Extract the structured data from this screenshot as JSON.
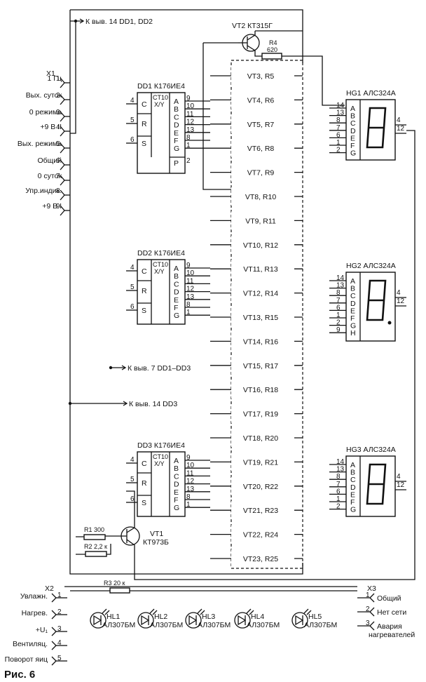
{
  "caption": "Рис. 6",
  "top_notes": {
    "note1": "К выв. 14 DD1, DD2",
    "note2": "К выв. 7 DD1–DD3",
    "note3": "К выв. 14 DD3"
  },
  "x1": {
    "name": "X1",
    "pins": [
      {
        "num": "1",
        "label": "1 Гц"
      },
      {
        "num": "2",
        "label": "Вых. суток"
      },
      {
        "num": "3",
        "label": "0 режима"
      },
      {
        "num": "4",
        "label": "+9 В II"
      },
      {
        "num": "5",
        "label": "Вых. режима"
      },
      {
        "num": "6",
        "label": "Общий"
      },
      {
        "num": "7",
        "label": "0 суток"
      },
      {
        "num": "8",
        "label": "Упр.индик."
      },
      {
        "num": "9",
        "label": "+9 В I"
      }
    ]
  },
  "chips": [
    {
      "name": "DD1 К176ИЕ4",
      "ct": "CT10",
      "xy": "X/Y",
      "in": [
        "C",
        "R",
        "S"
      ],
      "in_pins": [
        "4",
        "5",
        "6"
      ],
      "out": [
        "A",
        "B",
        "C",
        "D",
        "E",
        "F",
        "G"
      ],
      "out_pins": [
        "9",
        "10",
        "11",
        "12",
        "13",
        "8",
        "1"
      ],
      "extra": "P",
      "extra_pin": "2"
    },
    {
      "name": "DD2 К176ИЕ4",
      "ct": "CT10",
      "xy": "X/Y",
      "in": [
        "C",
        "R",
        "S"
      ],
      "in_pins": [
        "4",
        "5",
        "6"
      ],
      "out": [
        "A",
        "B",
        "C",
        "D",
        "E",
        "F",
        "G"
      ],
      "out_pins": [
        "9",
        "10",
        "11",
        "12",
        "13",
        "8",
        "1"
      ]
    },
    {
      "name": "DD3 К176ИЕ4",
      "ct": "CT10",
      "xy": "X/Y",
      "in": [
        "C",
        "R",
        "S"
      ],
      "in_pins": [
        "4",
        "5",
        "6"
      ],
      "out": [
        "A",
        "B",
        "C",
        "D",
        "E",
        "F",
        "G"
      ],
      "out_pins": [
        "9",
        "10",
        "11",
        "12",
        "13",
        "8",
        "1"
      ]
    }
  ],
  "transistor_array": [
    "VT3, R5",
    "VT4, R6",
    "VT5, R7",
    "VT6, R8",
    "VT7, R9",
    "VT8, R10",
    "VT9, R11",
    "VT10, R12",
    "VT11, R13",
    "VT12, R14",
    "VT13, R15",
    "VT14, R16",
    "VT15, R17",
    "VT16, R18",
    "VT17, R19",
    "VT18, R20",
    "VT19, R21",
    "VT20, R22",
    "VT21, R23",
    "VT22, R24",
    "VT23, R25"
  ],
  "vt2": {
    "name": "VT2 КТ315Г",
    "r4": "R4",
    "r4_val": "620"
  },
  "vt1": {
    "name": "VT1",
    "type": "КТ973Б"
  },
  "r1": "R1 300",
  "r2": "R2 2,2 к",
  "r3": "R3 20 к",
  "displays": [
    {
      "name": "HG1 АЛС324А",
      "segs": [
        "A",
        "B",
        "C",
        "D",
        "E",
        "F",
        "G"
      ],
      "pins": [
        "14",
        "13",
        "8",
        "7",
        "6",
        "1",
        "2"
      ],
      "common": [
        "4",
        "12"
      ]
    },
    {
      "name": "HG2 АЛС324А",
      "segs": [
        "A",
        "B",
        "C",
        "D",
        "E",
        "F",
        "G",
        "H"
      ],
      "pins": [
        "14",
        "13",
        "8",
        "7",
        "6",
        "1",
        "2",
        "9"
      ],
      "common": [
        "4",
        "12"
      ]
    },
    {
      "name": "HG3 АЛС324А",
      "segs": [
        "A",
        "B",
        "C",
        "D",
        "E",
        "F",
        "G"
      ],
      "pins": [
        "14",
        "13",
        "8",
        "7",
        "6",
        "1",
        "2"
      ],
      "common": [
        "4",
        "12"
      ]
    }
  ],
  "x2": {
    "name": "X2",
    "pins": [
      {
        "num": "1",
        "label": "Увлажн."
      },
      {
        "num": "2",
        "label": "Нагрев."
      },
      {
        "num": "3",
        "label": "+U₁"
      },
      {
        "num": "4",
        "label": "Вентиляц."
      },
      {
        "num": "5",
        "label": "Поворот яиц"
      }
    ]
  },
  "x3": {
    "name": "X3",
    "pins": [
      {
        "num": "1",
        "label": "Общий"
      },
      {
        "num": "2",
        "label": "Нет сети"
      },
      {
        "num": "3",
        "label": "Авария нагревателей"
      }
    ]
  },
  "leds": [
    {
      "name": "HL1",
      "type": "АЛ307БМ"
    },
    {
      "name": "HL2",
      "type": "АЛ307БМ"
    },
    {
      "name": "HL3",
      "type": "АЛ307БМ"
    },
    {
      "name": "HL4",
      "type": "АЛ307БМ"
    },
    {
      "name": "HL5",
      "type": "АЛ307БМ"
    }
  ]
}
